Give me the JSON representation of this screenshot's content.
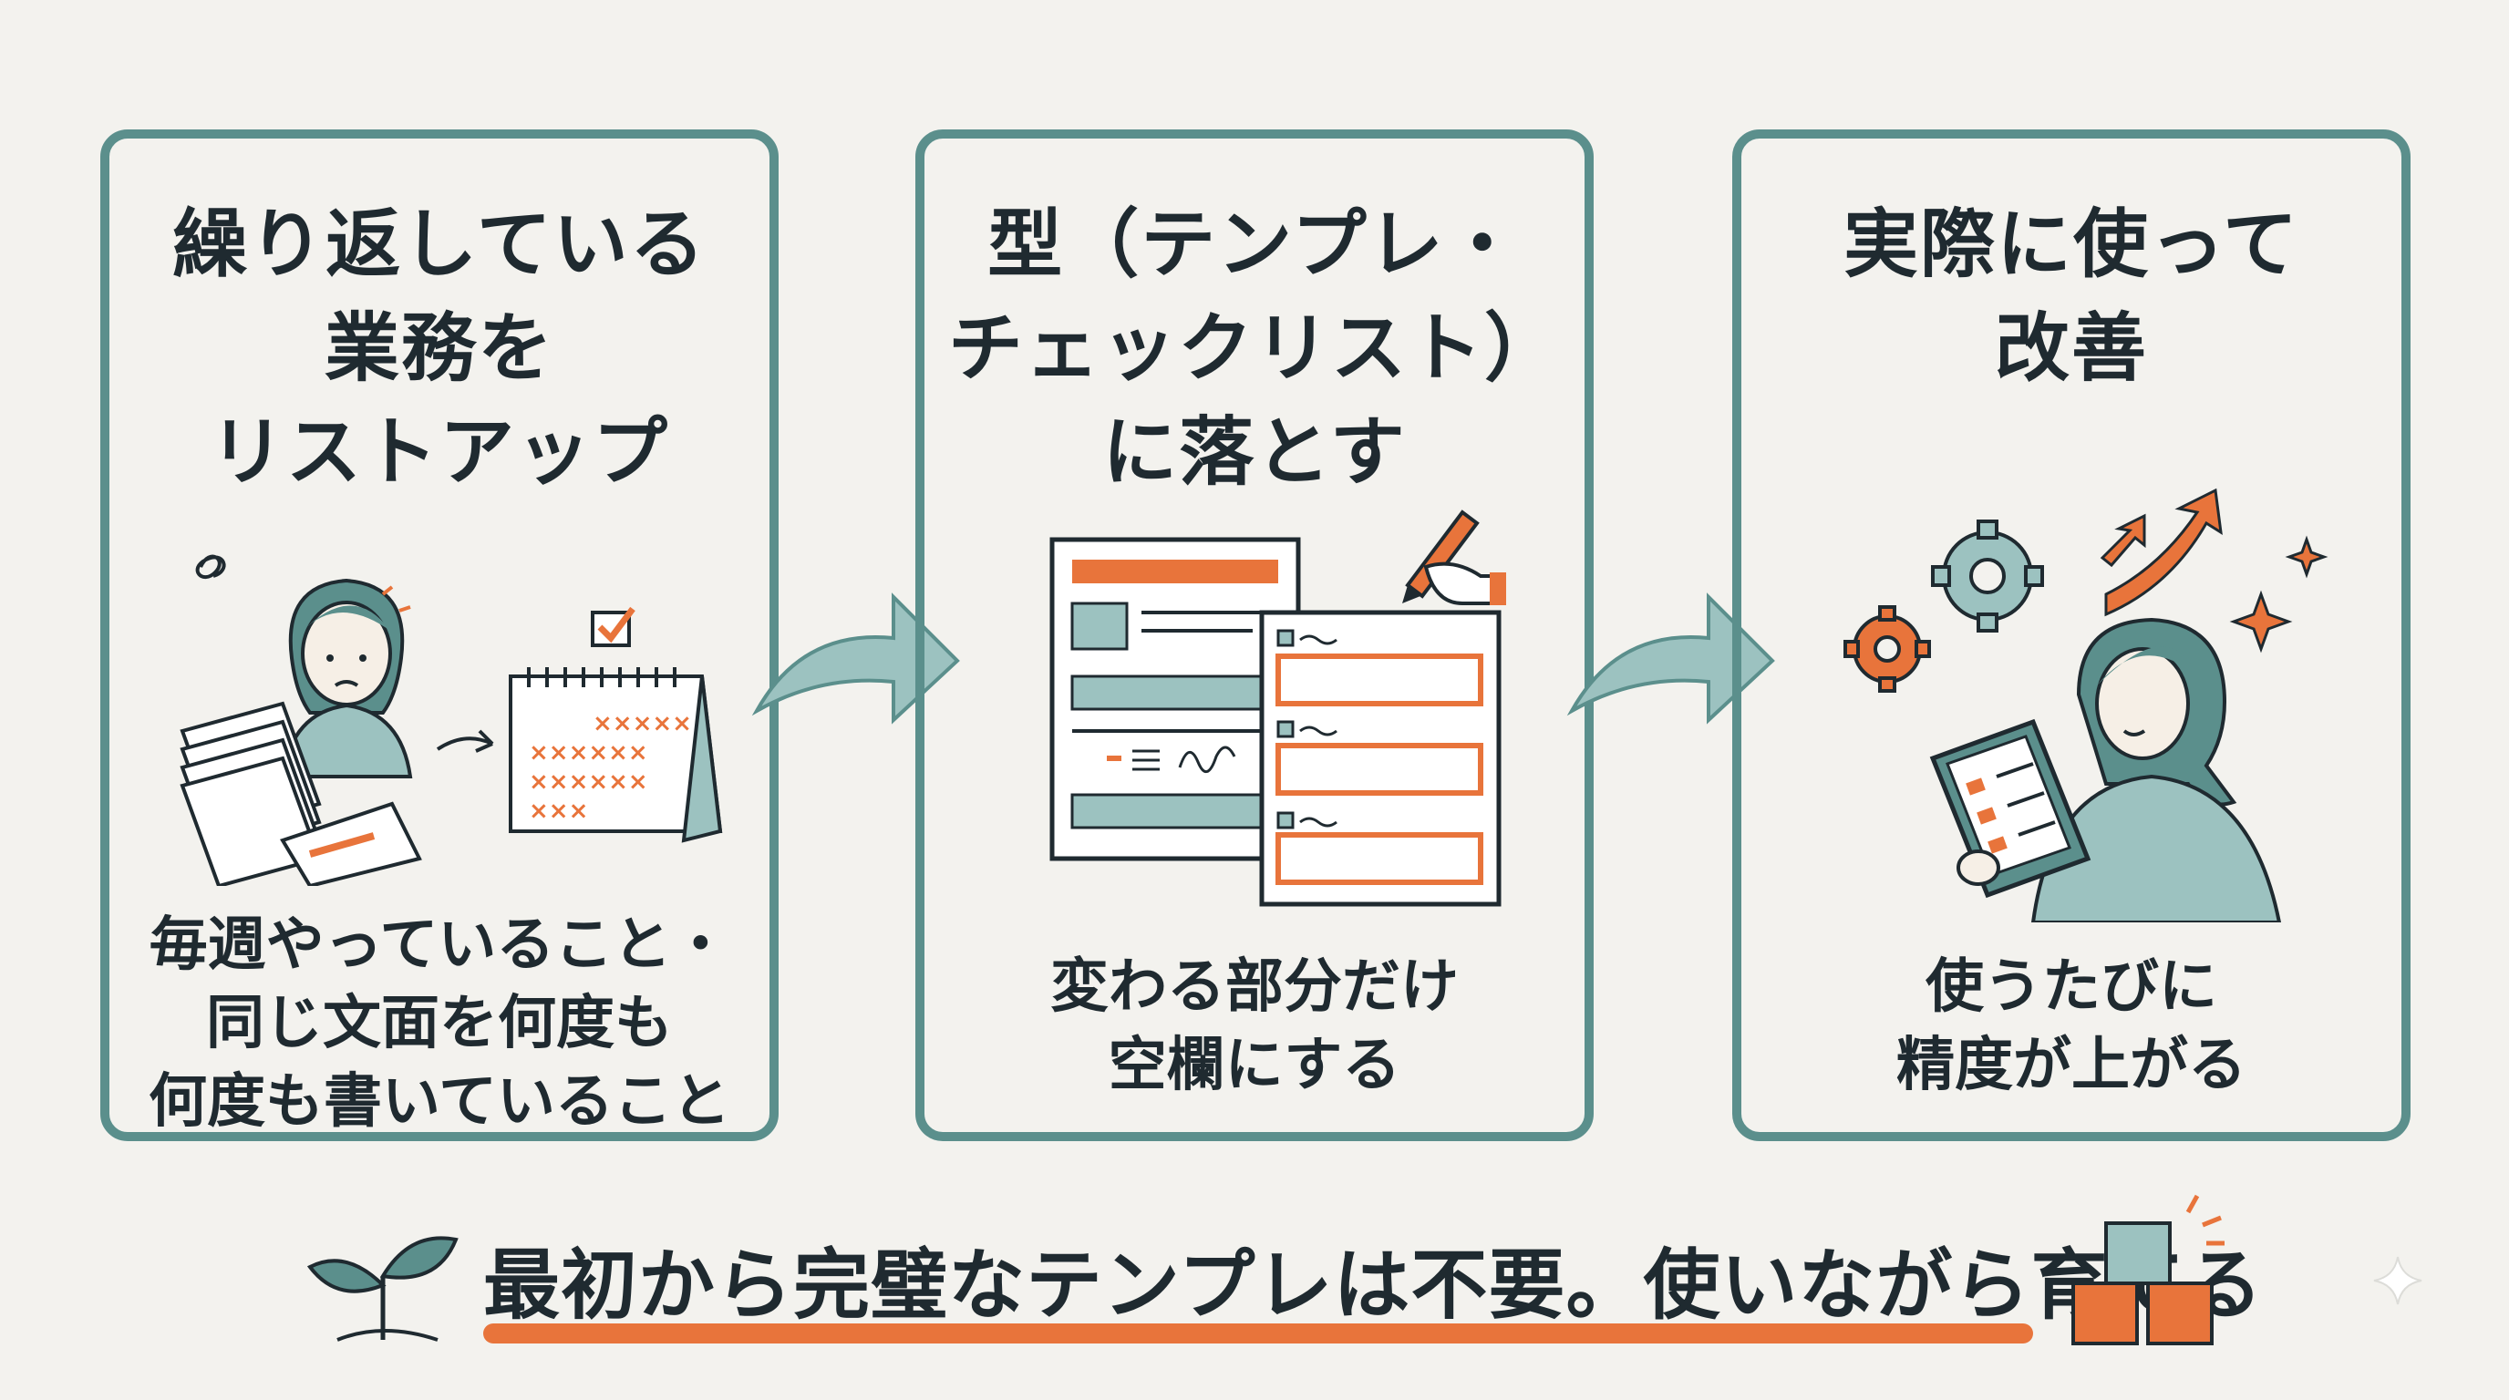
{
  "steps": [
    {
      "title_lines": [
        "繰り返している",
        "業務を",
        "リストアップ"
      ],
      "caption_lines": [
        "毎週やっていること・",
        "同じ文面を何度も",
        "何度も書いていること"
      ],
      "icons": [
        "person-worried-icon",
        "paper-stack-icon",
        "calendar-icon",
        "checkbox-icon"
      ]
    },
    {
      "title_lines": [
        "型（テンプレ・",
        "チェックリスト）",
        "に落とす"
      ],
      "caption_lines": [
        "変わる部分だけ",
        "空欄にする"
      ],
      "icons": [
        "template-document-icon",
        "checklist-icon",
        "pen-hand-icon"
      ]
    },
    {
      "title_lines": [
        "実際に使って",
        "改善"
      ],
      "caption_lines": [
        "使うたびに",
        "精度が上がる"
      ],
      "icons": [
        "gear-icon",
        "up-arrow-icon",
        "sparkle-icon",
        "person-tablet-icon"
      ]
    }
  ],
  "footer": {
    "text": "最初から完璧なテンプレは不要。使いながら育てる",
    "icons": [
      "sprout-icon",
      "building-blocks-icon"
    ]
  },
  "colors": {
    "teal": "#5b8f8c",
    "teal_light": "#9cc2c0",
    "orange": "#e8743b",
    "ink": "#1f2a30",
    "background": "#f3f2ee"
  }
}
